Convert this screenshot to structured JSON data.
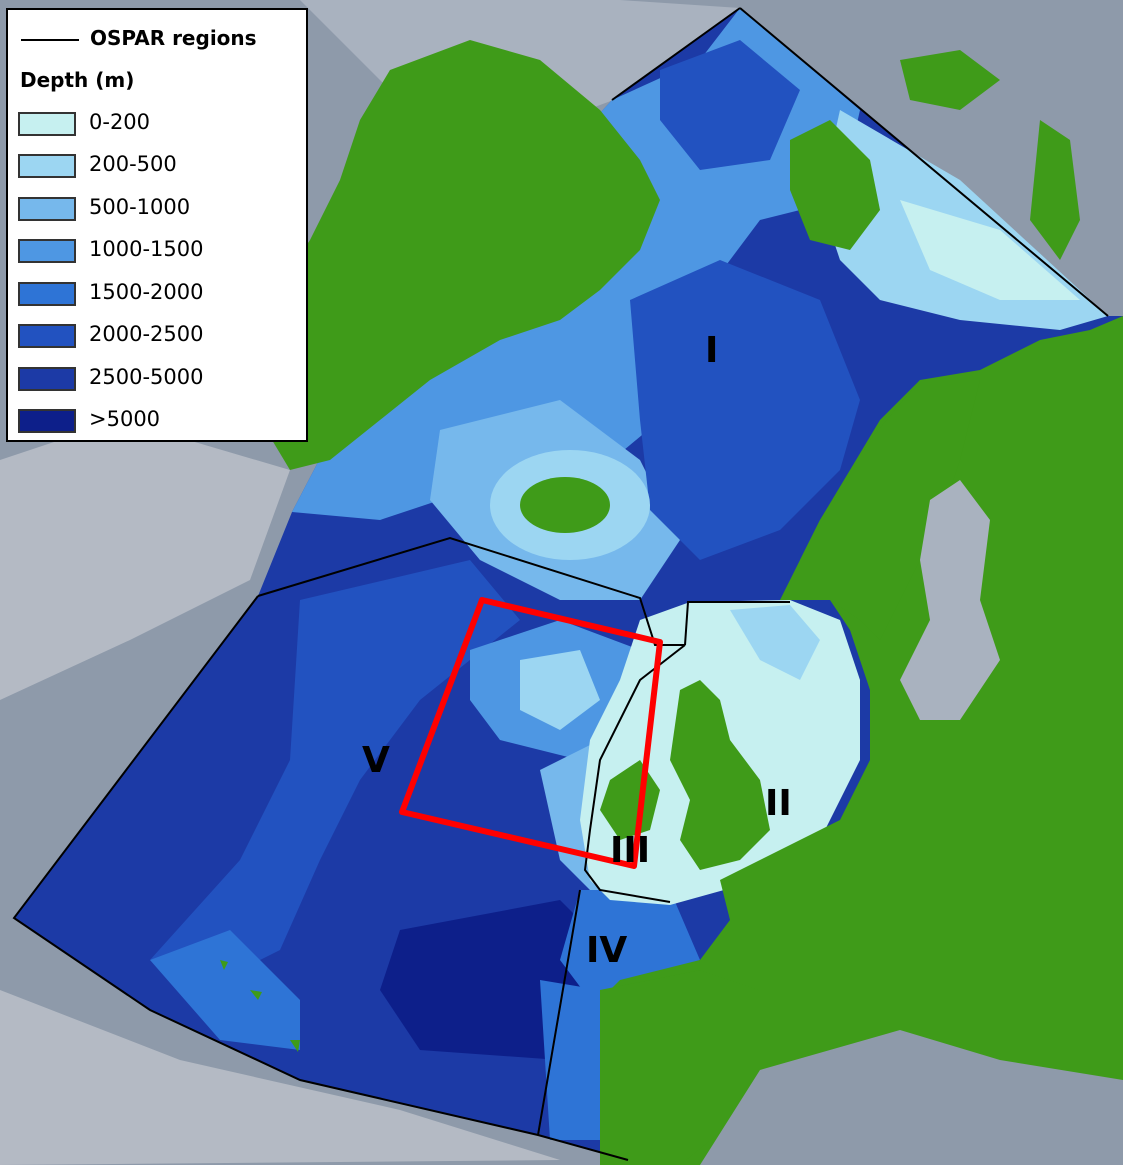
{
  "legend": {
    "line_label": "OSPAR regions",
    "depth_title": "Depth (m)",
    "depth_classes": [
      {
        "label": "0-200",
        "color": "#c6f0f0"
      },
      {
        "label": "200-500",
        "color": "#9cd6f2"
      },
      {
        "label": "500-1000",
        "color": "#76b8ec"
      },
      {
        "label": "1000-1500",
        "color": "#4e97e3"
      },
      {
        "label": "1500-2000",
        "color": "#2e74d6"
      },
      {
        "label": "2000-2500",
        "color": "#2252c0"
      },
      {
        "label": "2500-5000",
        "color": "#1c3aa6"
      },
      {
        "label": ">5000",
        "color": "#0d1f8a"
      }
    ]
  },
  "regions": [
    {
      "id": "I",
      "label": "I"
    },
    {
      "id": "II",
      "label": "II"
    },
    {
      "id": "III",
      "label": "III"
    },
    {
      "id": "IV",
      "label": "IV"
    },
    {
      "id": "V",
      "label": "V"
    }
  ],
  "colors": {
    "land": "#3f9b19",
    "outside_sea": "#8e9aaa",
    "outside_land": "#b4bac4",
    "boundary": "#000000",
    "study_area": "#ff0000"
  }
}
